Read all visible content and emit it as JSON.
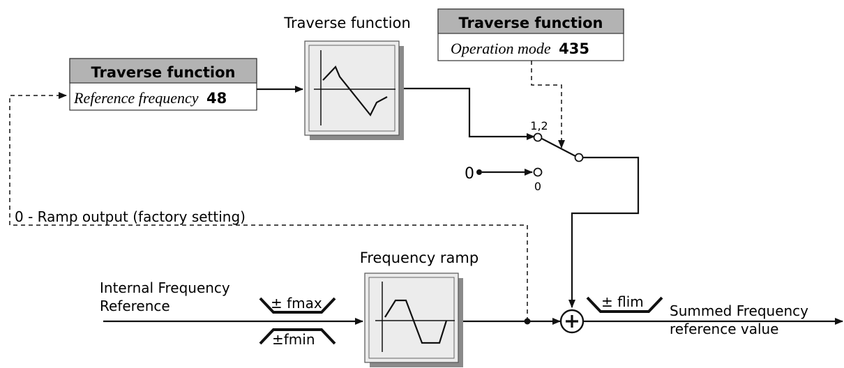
{
  "param_box_reference": {
    "header": "Traverse function",
    "param_name": "Reference frequency",
    "param_number": "48"
  },
  "param_box_operation": {
    "header": "Traverse function",
    "param_name": "Operation mode",
    "param_number": "435"
  },
  "traverse_block": {
    "title": "Traverse function"
  },
  "ramp_block": {
    "title": "Frequency ramp"
  },
  "switch": {
    "position_12_label": "1,2",
    "position_0_label": "0",
    "zero_input_label": "0"
  },
  "feedback_label": "0 - Ramp output (factory setting)",
  "input_label_line1": "Internal Frequency",
  "input_label_line2": "Reference",
  "limiter_max_label": "± fmax",
  "limiter_min_label": "±fmin",
  "limiter_flim_label": "±  flim",
  "output_label_line1": "Summed Frequency",
  "output_label_line2": "reference value",
  "colors": {
    "header_fill": "#b3b3b3",
    "block_face": "#ececec",
    "block_shadow": "#8a8a8a"
  }
}
